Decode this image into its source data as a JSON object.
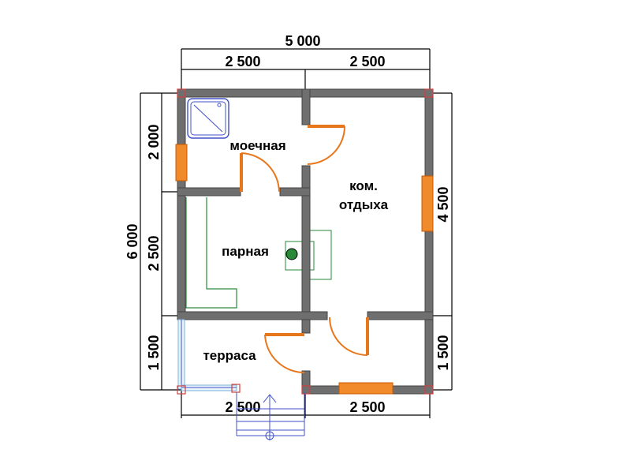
{
  "dimensions": {
    "top_total": "5 000",
    "top_left": "2 500",
    "top_right": "2 500",
    "bottom_left": "2 500",
    "bottom_right": "2 500",
    "left_total": "6 000",
    "left_top": "2 000",
    "left_middle": "2 500",
    "left_bottom": "1 500",
    "right_top": "4 500",
    "right_bottom": "1 500"
  },
  "rooms": {
    "washroom": "моечная",
    "lounge_line1": "ком.",
    "lounge_line2": "отдыха",
    "steam_room": "парная",
    "terrace": "терраса"
  },
  "colors": {
    "wall": "#6f6f6f",
    "door": "#e8761a",
    "window": "#f08a2a",
    "bench": "#2a8a3a",
    "stairs": "#4050c8"
  }
}
